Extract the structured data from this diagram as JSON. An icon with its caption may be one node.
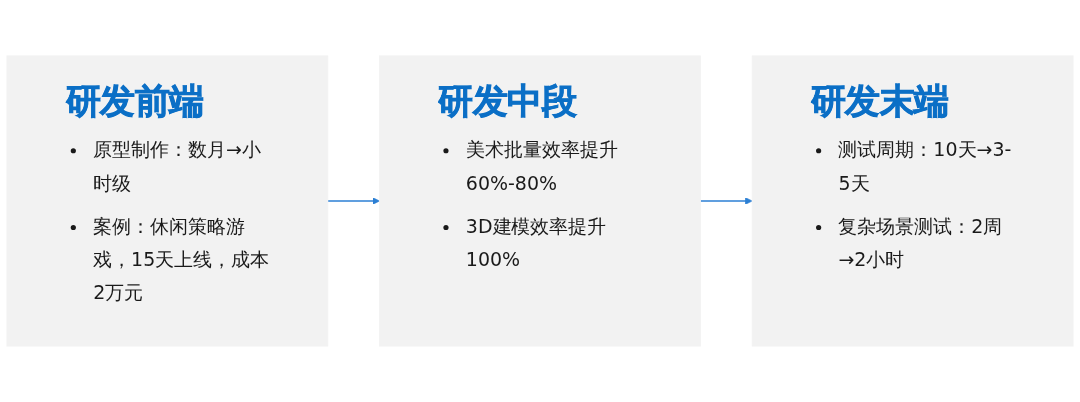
{
  "diagram": {
    "nodes": [
      {
        "text": [
          "研发前端",
          "原型制作：数月→小时级",
          "案例：休闲策略游戏，15天上线，成本2万元"
        ]
      },
      {
        "text": [
          "研发中段",
          "美术批量效率提升60%-80%",
          "3D建模效率提升100%"
        ]
      },
      {
        "text": [
          "研发末端",
          "测试周期：10天→3-5天",
          "复杂场景测试：2周→2小时"
        ]
      }
    ],
    "edges": [
      {
        "from": 0,
        "to": 1,
        "arrow": "to"
      },
      {
        "from": 1,
        "to": 2,
        "arrow": "to"
      }
    ]
  }
}
